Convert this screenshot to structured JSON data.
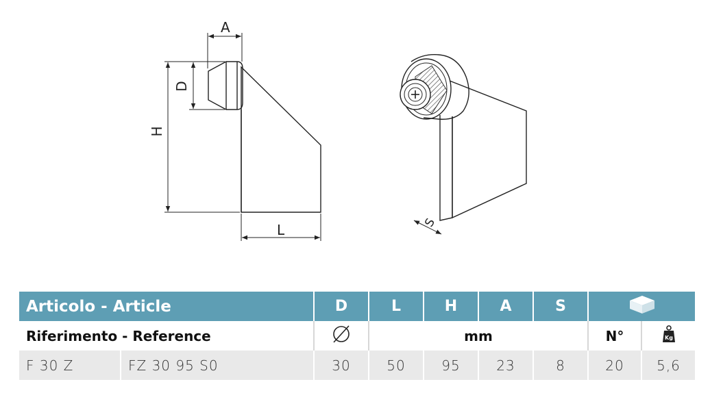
{
  "drawing": {
    "front_view_labels": {
      "a": "A",
      "d": "D",
      "h": "H",
      "l": "L"
    },
    "iso_view_labels": {
      "s": "S"
    }
  },
  "table": {
    "header": {
      "article": "Articolo - Article",
      "cols": [
        "D",
        "L",
        "H",
        "A",
        "S"
      ],
      "packaging_icon": "box-icon"
    },
    "subheader": {
      "reference": "Riferimento - Reference",
      "diameter_symbol": "Ø",
      "units": "mm",
      "count": "N°",
      "weight_icon": "kg-weight-icon",
      "weight_label": "Kg"
    },
    "rows": [
      {
        "article": "F 30 Z",
        "reference": "FZ 30 95 S0",
        "d": "30",
        "l": "50",
        "h": "95",
        "a": "23",
        "s": "8",
        "n": "20",
        "kg": "5,6"
      }
    ]
  }
}
